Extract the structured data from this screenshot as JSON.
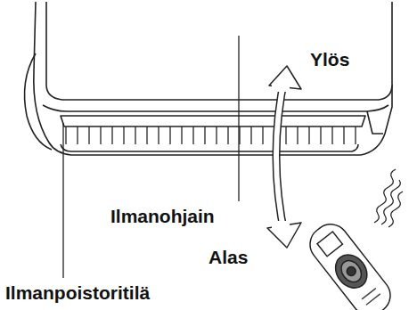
{
  "diagram": {
    "labels": [
      "Ylös",
      "Ilmanohjain",
      "Alas",
      "Ilmanpoistoritilä"
    ]
  }
}
